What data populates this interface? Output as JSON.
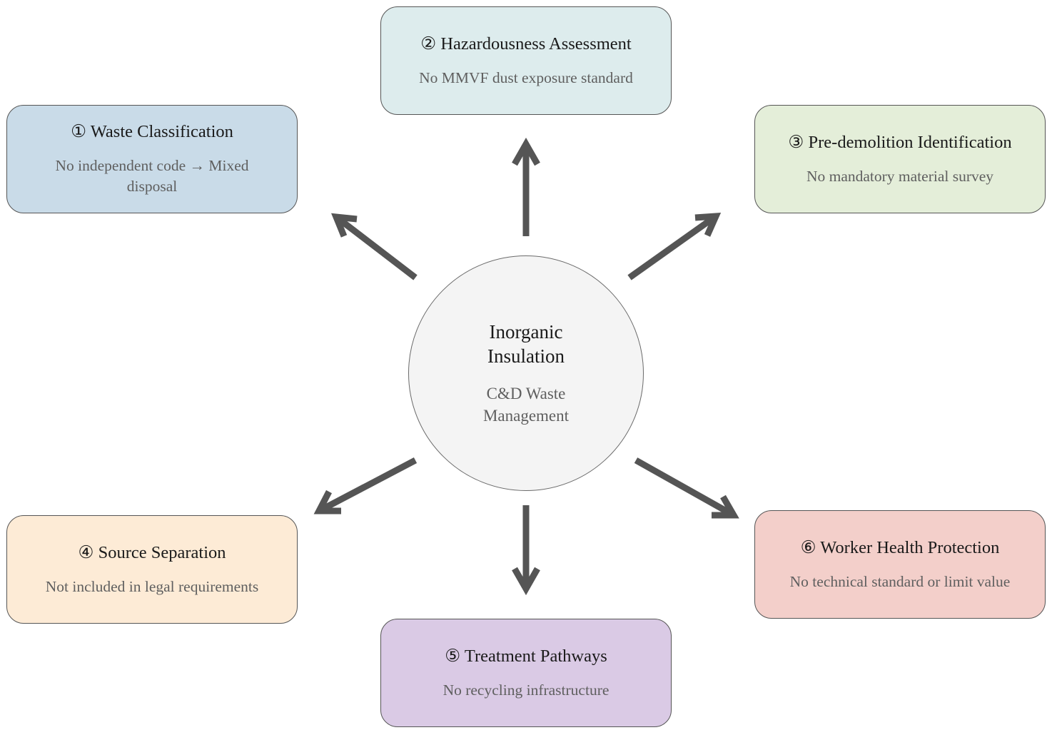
{
  "center": {
    "title": "Inorganic Insulation",
    "subtitle": "C&D Waste Management",
    "fill": "#f4f4f4"
  },
  "items": [
    {
      "title": "① Waste Classification",
      "description": "No independent code → Mixed disposal",
      "fill": "#c9dbe8"
    },
    {
      "title": "② Hazardousness Assessment",
      "description": "No MMVF dust exposure standard",
      "fill": "#ddeced"
    },
    {
      "title": "③ Pre-demolition Identification",
      "description": "No mandatory material survey",
      "fill": "#e4eed9"
    },
    {
      "title": "④ Source Separation",
      "description": "Not included in legal requirements",
      "fill": "#fdebd6"
    },
    {
      "title": "⑤ Treatment Pathways",
      "description": "No recycling infrastructure",
      "fill": "#dacae5"
    },
    {
      "title": "⑥ Worker Health Protection",
      "description": "No technical standard or limit value",
      "fill": "#f3cfca"
    }
  ],
  "connector": {
    "color": "#555555",
    "shape": "arrow"
  }
}
